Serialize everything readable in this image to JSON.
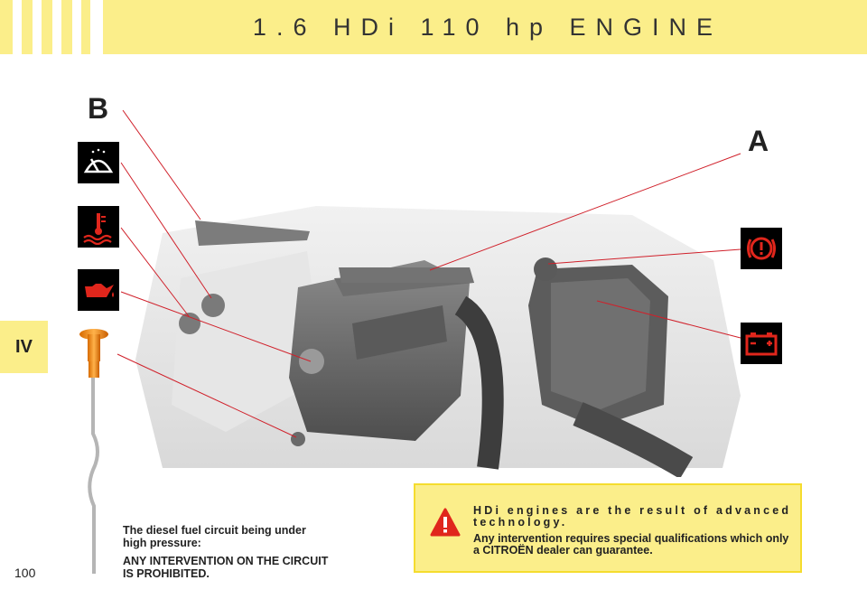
{
  "header": {
    "title": "1.6 HDi 110 hp ENGINE",
    "color_band": "#fbee8a"
  },
  "side_tab": {
    "label": "IV"
  },
  "labels": {
    "b": "B",
    "a": "A"
  },
  "icons": [
    "washer-fluid-icon",
    "coolant-temperature-icon",
    "oil-level-icon",
    "brake-fluid-icon",
    "battery-icon"
  ],
  "colors": {
    "warning_red": "#e0261c",
    "leader_line": "#d0202a",
    "box_border": "#f5dc2e"
  },
  "note_left": {
    "line1": "The diesel fuel circuit being under high pressure:",
    "line2": "ANY INTERVENTION ON THE CIRCUIT IS PROHIBITED."
  },
  "warning": {
    "line1": "HDi engines are the result of advanced technology.",
    "line2": "Any intervention requires special qualifications which only a CITROËN dealer can guarantee."
  },
  "page_number": "100"
}
